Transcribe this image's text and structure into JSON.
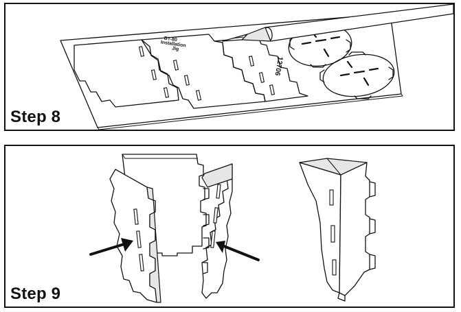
{
  "steps": [
    {
      "label": "Step 8"
    },
    {
      "label": "Step 9"
    }
  ],
  "sheet": {
    "title_lines": [
      "BT-80",
      "Installation",
      "Jig"
    ],
    "part_number": "12706"
  }
}
